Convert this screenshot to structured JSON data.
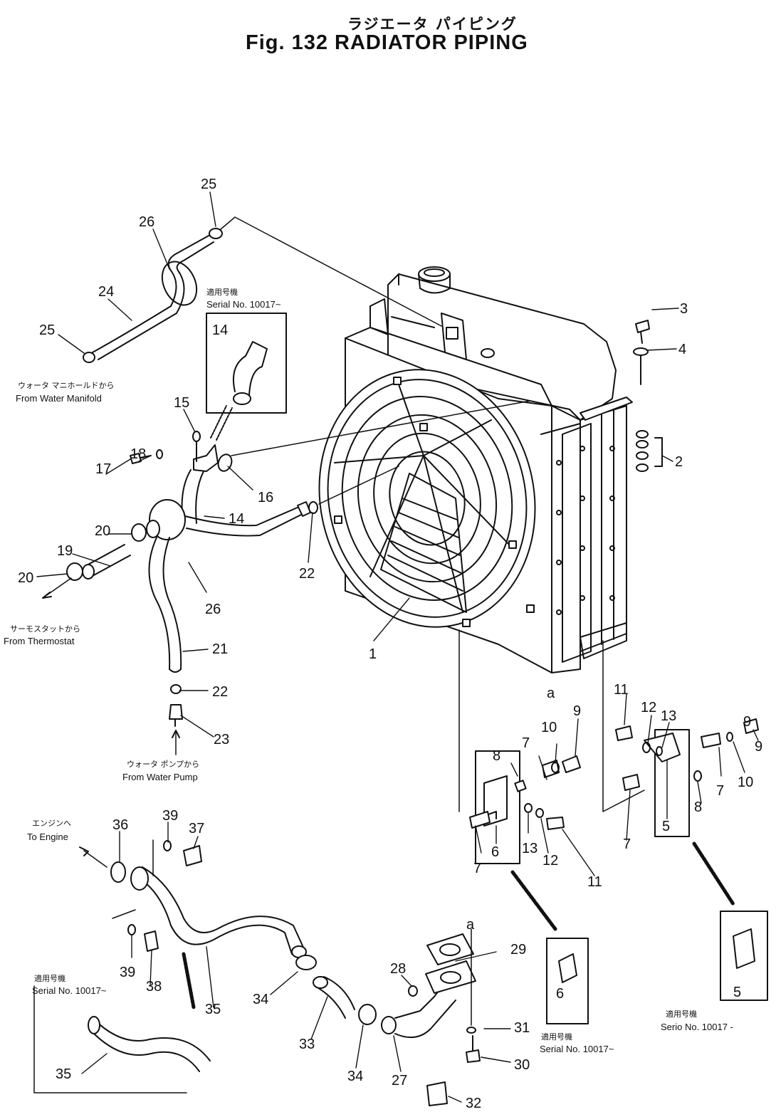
{
  "figure": {
    "title_jp": "ラジエータ パイピング",
    "title_en": "Fig. 132 RADIATOR PIPING"
  },
  "captions": {
    "serial_top_jp": "適用号機",
    "serial_top": "Serial No. 10017~",
    "from_water_manifold_jp": "ウォータ マニホールドから",
    "from_water_manifold": "From Water Manifold",
    "from_thermostat_jp": "サーモスタットから",
    "from_thermostat": "From Thermostat",
    "from_water_pump_jp": "ウォータ ポンプから",
    "from_water_pump": "From Water Pump",
    "to_engine_jp": "エンジンへ",
    "to_engine": "To Engine",
    "serial_bottom_left_jp": "適用号機",
    "serial_bottom_left": "Serial No. 10017~",
    "serial_bottom_mid_jp": "適用号機",
    "serial_bottom_mid": "Serial No. 10017~",
    "serial_bottom_right_jp": "適用号機",
    "serial_bottom_right": "Serio No. 10017 -",
    "ref_a": "a"
  },
  "callouts": [
    "1",
    "2",
    "3",
    "4",
    "5",
    "6",
    "7",
    "8",
    "9",
    "10",
    "11",
    "12",
    "13",
    "14",
    "15",
    "16",
    "17",
    "18",
    "19",
    "20",
    "21",
    "22",
    "23",
    "24",
    "25",
    "26",
    "27",
    "28",
    "29",
    "30",
    "31",
    "32",
    "33",
    "34",
    "35",
    "36",
    "37",
    "38",
    "39"
  ]
}
